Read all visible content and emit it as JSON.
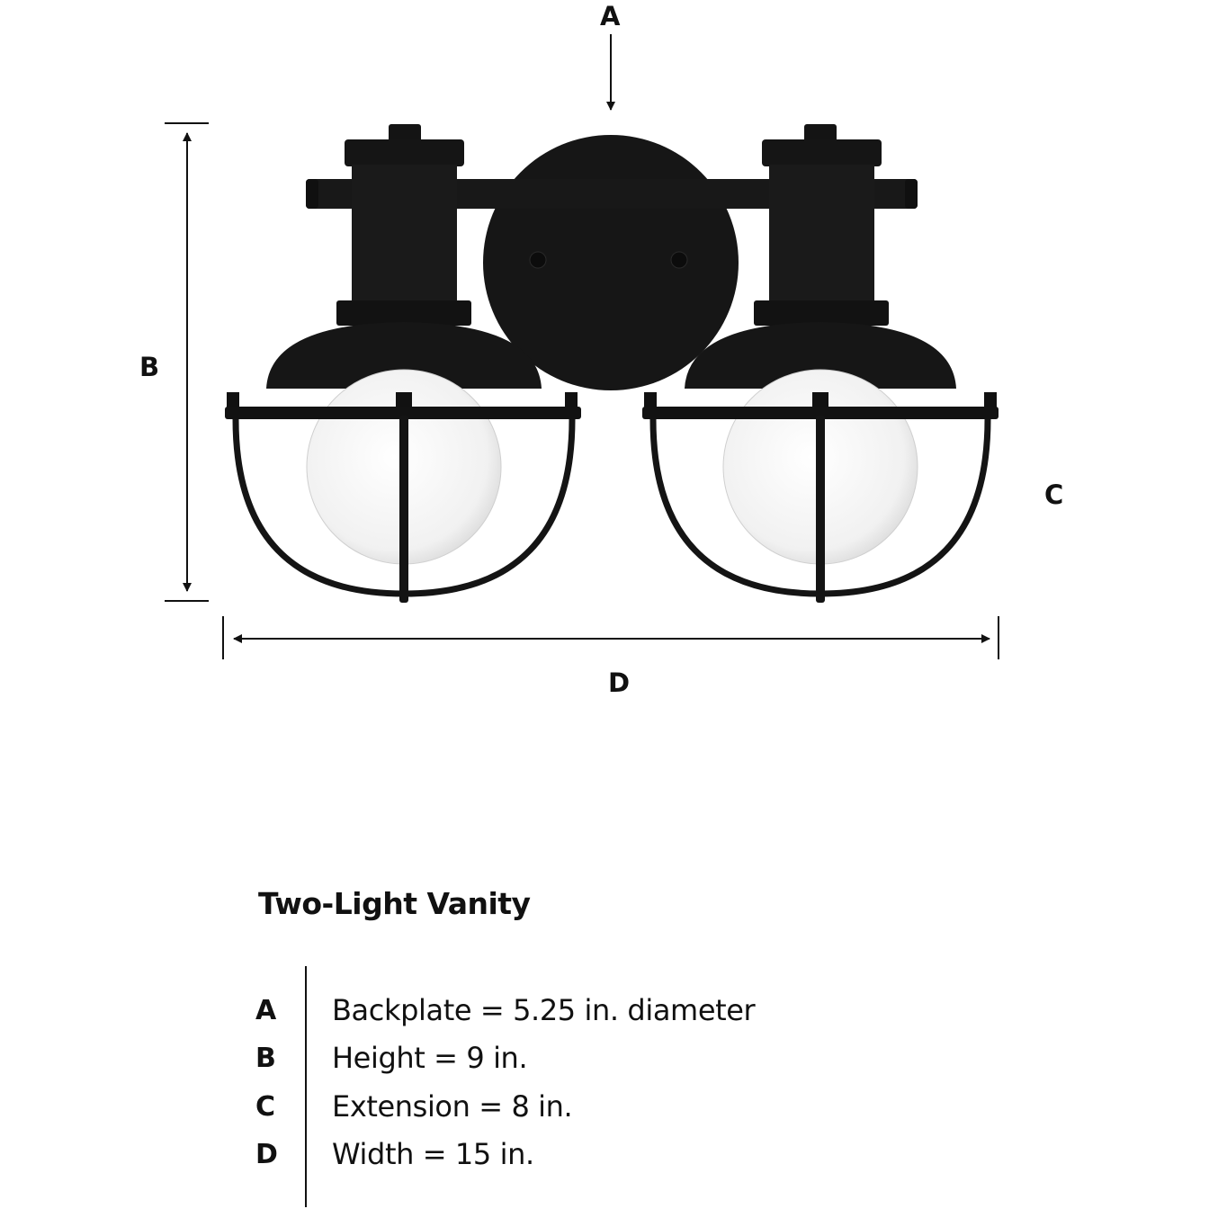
{
  "diagram": {
    "labels": {
      "a": "A",
      "b": "B",
      "c": "C",
      "d": "D"
    },
    "colors": {
      "fixture": "#161616",
      "bulb": "#f4f4f4",
      "line": "#111111",
      "background": "#ffffff"
    }
  },
  "specs": {
    "title": "Two-Light Vanity",
    "rows": [
      {
        "letter": "A",
        "text": "Backplate = 5.25 in. diameter"
      },
      {
        "letter": "B",
        "text": "Height = 9 in."
      },
      {
        "letter": "C",
        "text": "Extension = 8 in."
      },
      {
        "letter": "D",
        "text": "Width = 15 in."
      }
    ]
  }
}
